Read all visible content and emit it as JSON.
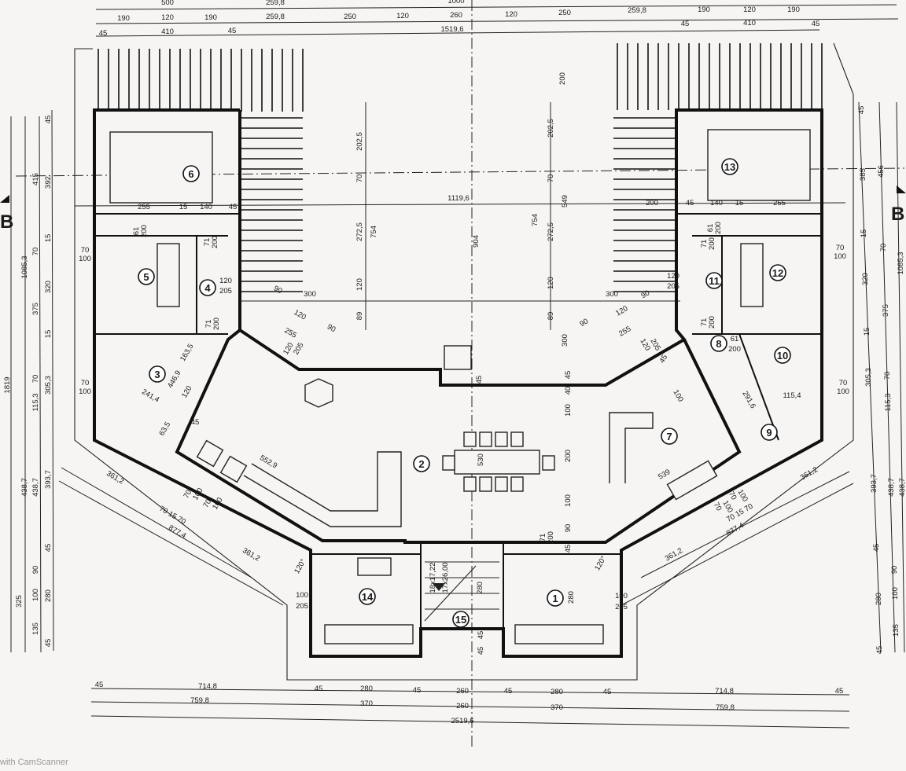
{
  "section_marker": "B",
  "footer": "with CamScanner",
  "rooms": [
    "6",
    "13",
    "5",
    "4",
    "3",
    "2",
    "7",
    "11",
    "12",
    "10",
    "8",
    "9",
    "14",
    "15",
    "1"
  ],
  "dimensions": {
    "top_row1": [
      "500",
      "259,8",
      "1000"
    ],
    "top_row2": [
      "190",
      "120",
      "190",
      "259,8",
      "250",
      "120",
      "260",
      "120",
      "250",
      "259,8",
      "190",
      "120",
      "190"
    ],
    "top_row3": [
      "45",
      "410",
      "45",
      "1519,6",
      "45",
      "410",
      "45"
    ],
    "bottom_row1": [
      "45",
      "714,8",
      "45",
      "280",
      "45",
      "260",
      "45",
      "280",
      "45",
      "714,8",
      "45"
    ],
    "bottom_row2": [
      "759,8",
      "370",
      "260",
      "370",
      "759,8"
    ],
    "bottom_row3": [
      "2519,6"
    ],
    "left": [
      "1819",
      "1085,3",
      "438,7",
      "325",
      "415",
      "70",
      "375",
      "70",
      "115,3",
      "438,7",
      "90",
      "100",
      "135",
      "45",
      "392",
      "15",
      "320",
      "15",
      "305,3",
      "393,7",
      "45",
      "280",
      "45"
    ],
    "right": [
      "45",
      "385",
      "15",
      "320",
      "15",
      "305,3",
      "393,7",
      "45",
      "280",
      "45",
      "456",
      "70",
      "375",
      "70",
      "115,3",
      "438,7",
      "90",
      "100",
      "135",
      "1085,3",
      "438,7"
    ],
    "interior": [
      "255",
      "15",
      "140",
      "45",
      "200",
      "45",
      "140",
      "15",
      "255",
      "1119,6",
      "202,5",
      "70",
      "272,5",
      "754",
      "120",
      "89",
      "904",
      "202,5",
      "70",
      "272,5",
      "754",
      "549",
      "120",
      "89",
      "200",
      "300",
      "100",
      "200",
      "100",
      "90",
      "45",
      "40",
      "45",
      "45",
      "45",
      "45",
      "530",
      "280",
      "280",
      "552,9",
      "539",
      "361,2",
      "361,2",
      "361,2",
      "361,2",
      "70 15 70",
      "877,4",
      "70 15 70",
      "877,4",
      "446,9",
      "241,4",
      "163,5",
      "120",
      "63,5",
      "45",
      "300",
      "90",
      "120",
      "90",
      "255",
      "300",
      "90",
      "120",
      "90",
      "255",
      "120°",
      "120°",
      "18x17,22",
      "17x26,00",
      "291,6",
      "115,4",
      "100",
      "45"
    ],
    "openings": [
      "70",
      "100",
      "70",
      "100",
      "70",
      "100",
      "70",
      "100",
      "100",
      "205",
      "100",
      "205",
      "61",
      "200",
      "61",
      "200",
      "71",
      "200",
      "71",
      "200",
      "71",
      "200",
      "71",
      "200",
      "120",
      "205",
      "120",
      "205",
      "71",
      "200",
      "120",
      "205",
      "120",
      "205",
      "70",
      "100",
      "70",
      "100",
      "70",
      "100",
      "70",
      "100",
      "61",
      "200"
    ]
  }
}
